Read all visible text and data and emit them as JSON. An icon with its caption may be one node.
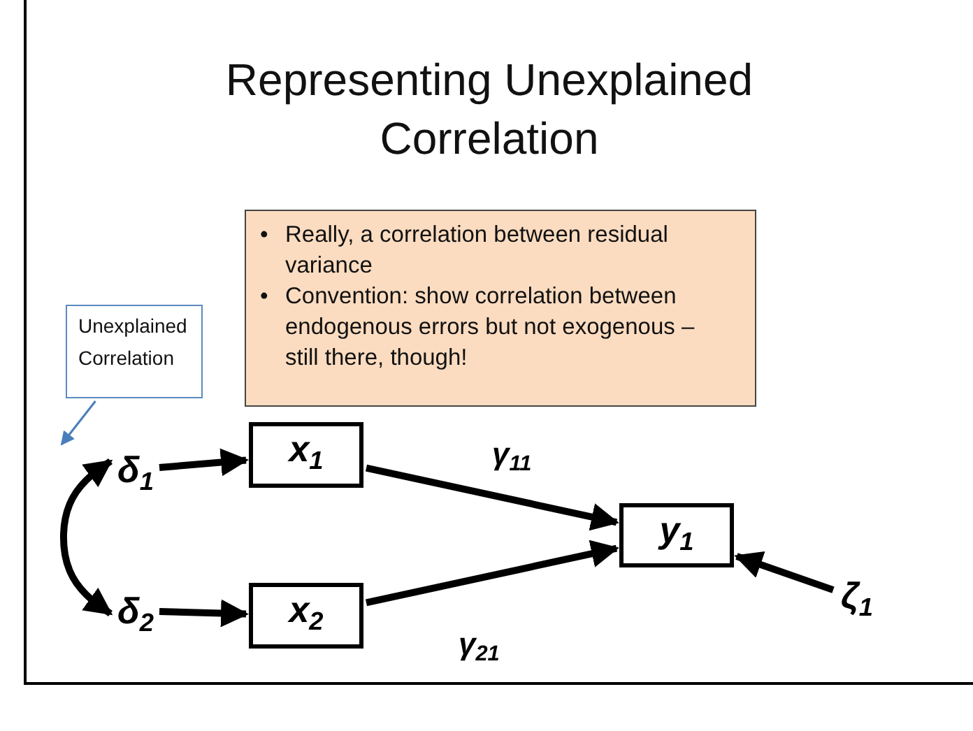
{
  "diagram": {
    "title": "Representing Unexplained Correlation",
    "nodes": [
      {
        "text": [
          "Really, a correlation between residual variance",
          "Convention: show correlation between endogenous errors but not exogenous – still there, though!"
        ]
      },
      {
        "text": [
          "Unexplained Correlation"
        ]
      },
      {
        "text": [
          "δ$_{1}$"
        ]
      },
      {
        "text": [
          "δ$_{2}$"
        ]
      },
      {
        "text": [
          "x$_{1}$"
        ]
      },
      {
        "text": [
          "x$_{2}$"
        ]
      },
      {
        "text": [
          "y$_{1}$"
        ]
      },
      {
        "text": [
          "ζ$_{1}$"
        ]
      }
    ],
    "edges": [
      {
        "from": 2,
        "to": 4,
        "arrow": "to"
      },
      {
        "from": 3,
        "to": 5,
        "arrow": "to"
      },
      {
        "from": 4,
        "to": 6,
        "arrow": "to",
        "label": "γ$_{11}$"
      },
      {
        "from": 5,
        "to": 6,
        "arrow": "to",
        "label": "γ$_{21}$"
      },
      {
        "from": 7,
        "to": 6,
        "arrow": "to"
      },
      {
        "from": 2,
        "to": 3,
        "arrow": "both"
      },
      {
        "from": 1,
        "to": null,
        "arrow": "to",
        "color": "#4a7ebb"
      }
    ],
    "labels": [
      "•",
      "•"
    ]
  }
}
